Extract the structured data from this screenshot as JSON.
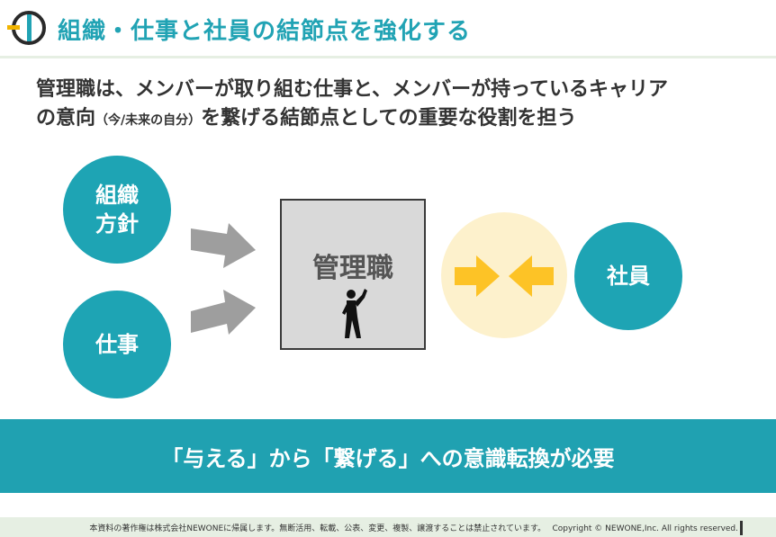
{
  "header": {
    "title": "組織・仕事と社員の結節点を強化する"
  },
  "lead": {
    "line1": "管理職は、メンバーが取り組む仕事と、メンバーが持っているキャリア",
    "line2_start": "の意向",
    "line2_small": "（今/未来の自分）",
    "line2_end": "を繋げる結節点としての重要な役割を担う"
  },
  "diagram": {
    "org_line1": "組織",
    "org_line2": "方針",
    "work": "仕事",
    "manager": "管理職",
    "employee": "社員"
  },
  "banner": {
    "text": "「与える」から「繋げる」への意識転換が必要"
  },
  "footer": {
    "text": "本資料の著作権は株式会社NEWONEに帰属します。無断活用、転載、公表、変更、複製、譲渡することは禁止されています。　 Copyright © NEWONE,Inc.  All rights reserved."
  },
  "colors": {
    "teal": "#1ea4b4",
    "arrow_gray": "#9e9e9e",
    "yellow": "#fdc326",
    "glow": "#fdf1cc"
  }
}
